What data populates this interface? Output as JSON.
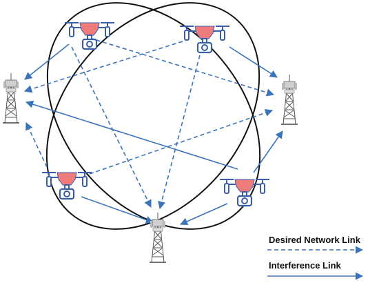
{
  "legend": {
    "items": [
      {
        "label": "Desired Network Link",
        "style": "dashed"
      },
      {
        "label": "Interference Link",
        "style": "solid"
      }
    ]
  },
  "icons": {
    "drone": "drone-camera-icon",
    "tower": "cell-tower-icon"
  },
  "colors": {
    "link": "#3b73b9",
    "ellipse": "#111111",
    "drone_body": "#f07b7b",
    "drone_outline": "#3a5fa8"
  },
  "nodes": {
    "drones": [
      "drone-top-left",
      "drone-top-right",
      "drone-bottom-left",
      "drone-bottom-right"
    ],
    "towers": [
      "tower-left",
      "tower-right",
      "tower-bottom"
    ]
  }
}
